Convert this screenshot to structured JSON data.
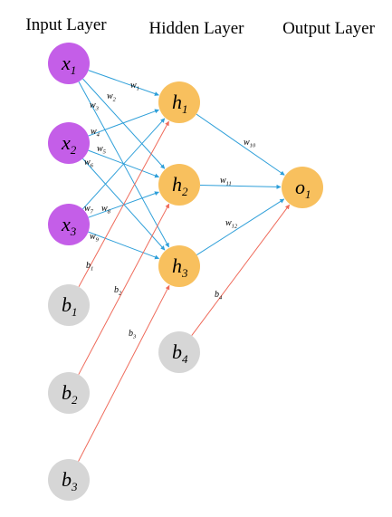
{
  "titles": {
    "input": "Input Layer",
    "hidden": "Hidden Layer",
    "output": "Output Layer"
  },
  "colors": {
    "input_node": "#c45ee8",
    "hidden_node": "#f8c05e",
    "output_node": "#f8c05e",
    "bias_node": "#d6d6d6",
    "weight_edge": "#2e9fd9",
    "bias_edge": "#ef6a5a"
  },
  "nodes": [
    {
      "id": "x1",
      "var": "x",
      "sub": "1",
      "kind": "input"
    },
    {
      "id": "x2",
      "var": "x",
      "sub": "2",
      "kind": "input"
    },
    {
      "id": "x3",
      "var": "x",
      "sub": "3",
      "kind": "input"
    },
    {
      "id": "b1",
      "var": "b",
      "sub": "1",
      "kind": "bias"
    },
    {
      "id": "b2",
      "var": "b",
      "sub": "2",
      "kind": "bias"
    },
    {
      "id": "b3",
      "var": "b",
      "sub": "3",
      "kind": "bias"
    },
    {
      "id": "h1",
      "var": "h",
      "sub": "1",
      "kind": "hidden"
    },
    {
      "id": "h2",
      "var": "h",
      "sub": "2",
      "kind": "hidden"
    },
    {
      "id": "h3",
      "var": "h",
      "sub": "3",
      "kind": "hidden"
    },
    {
      "id": "b4",
      "var": "b",
      "sub": "4",
      "kind": "bias"
    },
    {
      "id": "o1",
      "var": "o",
      "sub": "1",
      "kind": "output"
    }
  ],
  "edges": [
    {
      "from": "x1",
      "to": "h1",
      "type": "weight",
      "var": "w",
      "sub": "1"
    },
    {
      "from": "x1",
      "to": "h2",
      "type": "weight",
      "var": "w",
      "sub": "2"
    },
    {
      "from": "x1",
      "to": "h3",
      "type": "weight",
      "var": "w",
      "sub": "3"
    },
    {
      "from": "x2",
      "to": "h1",
      "type": "weight",
      "var": "w",
      "sub": "4"
    },
    {
      "from": "x2",
      "to": "h2",
      "type": "weight",
      "var": "w",
      "sub": "5"
    },
    {
      "from": "x2",
      "to": "h3",
      "type": "weight",
      "var": "w",
      "sub": "6"
    },
    {
      "from": "x3",
      "to": "h1",
      "type": "weight",
      "var": "w",
      "sub": "7"
    },
    {
      "from": "x3",
      "to": "h2",
      "type": "weight",
      "var": "w",
      "sub": "8"
    },
    {
      "from": "x3",
      "to": "h3",
      "type": "weight",
      "var": "w",
      "sub": "9"
    },
    {
      "from": "h1",
      "to": "o1",
      "type": "weight",
      "var": "w",
      "sub": "10"
    },
    {
      "from": "h2",
      "to": "o1",
      "type": "weight",
      "var": "w",
      "sub": "11"
    },
    {
      "from": "h3",
      "to": "o1",
      "type": "weight",
      "var": "w",
      "sub": "12"
    },
    {
      "from": "b1",
      "to": "h1",
      "type": "bias",
      "var": "b",
      "sub": "1"
    },
    {
      "from": "b2",
      "to": "h2",
      "type": "bias",
      "var": "b",
      "sub": "2"
    },
    {
      "from": "b3",
      "to": "h3",
      "type": "bias",
      "var": "b",
      "sub": "3"
    },
    {
      "from": "b4",
      "to": "o1",
      "type": "bias",
      "var": "b",
      "sub": "4"
    }
  ]
}
